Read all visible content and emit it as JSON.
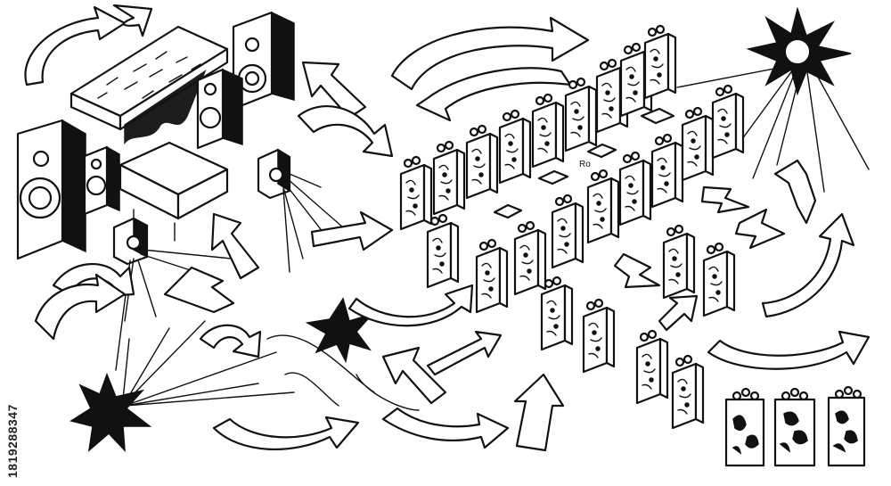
{
  "image": {
    "watermark_id": "1819288347",
    "label_small": "Ro"
  },
  "colors": {
    "ink": "#111111",
    "paper": "#ffffff"
  },
  "objects": {
    "speakers": [
      "speaker-tall-left",
      "speaker-small-left",
      "speaker-top-right-large",
      "speaker-top-right-small",
      "speaker-cube-center",
      "speaker-cube-left"
    ],
    "bursts": [
      "burst-top-right",
      "burst-center",
      "burst-bottom-left"
    ],
    "panels_rows": 4
  }
}
